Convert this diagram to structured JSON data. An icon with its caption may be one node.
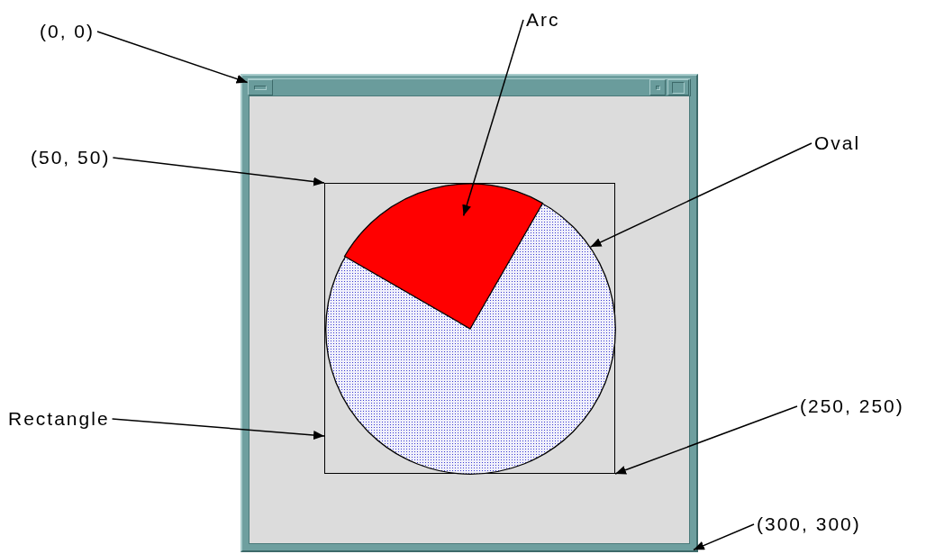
{
  "diagram": {
    "nodes": [
      {
        "text": [
          "(0, 0)"
        ]
      },
      {
        "text": [
          "Arc"
        ]
      },
      {
        "text": [
          "Oval"
        ]
      },
      {
        "text": [
          "(50, 50)"
        ]
      },
      {
        "text": [
          "Rectangle"
        ]
      },
      {
        "text": [
          "(250, 250)"
        ]
      },
      {
        "text": [
          "(300, 300)"
        ]
      },
      {
        "text": [],
        "shape": "box"
      },
      {
        "text": [],
        "shape": "box",
        "in": 7
      },
      {
        "text": [],
        "shape": "circle",
        "in": 8
      },
      {
        "text": [],
        "shape": "wedge",
        "in": 9
      }
    ],
    "edges": [
      {
        "from": 0,
        "to": 7,
        "arrow": "to"
      },
      {
        "from": 1,
        "to": 10,
        "arrow": "to"
      },
      {
        "from": 2,
        "to": 9,
        "arrow": "to"
      },
      {
        "from": 3,
        "to": 8,
        "arrow": "to"
      },
      {
        "from": 4,
        "to": 8,
        "arrow": "to"
      },
      {
        "from": 5,
        "to": 8,
        "arrow": "to"
      },
      {
        "from": 6,
        "to": 7,
        "arrow": "to"
      }
    ]
  }
}
